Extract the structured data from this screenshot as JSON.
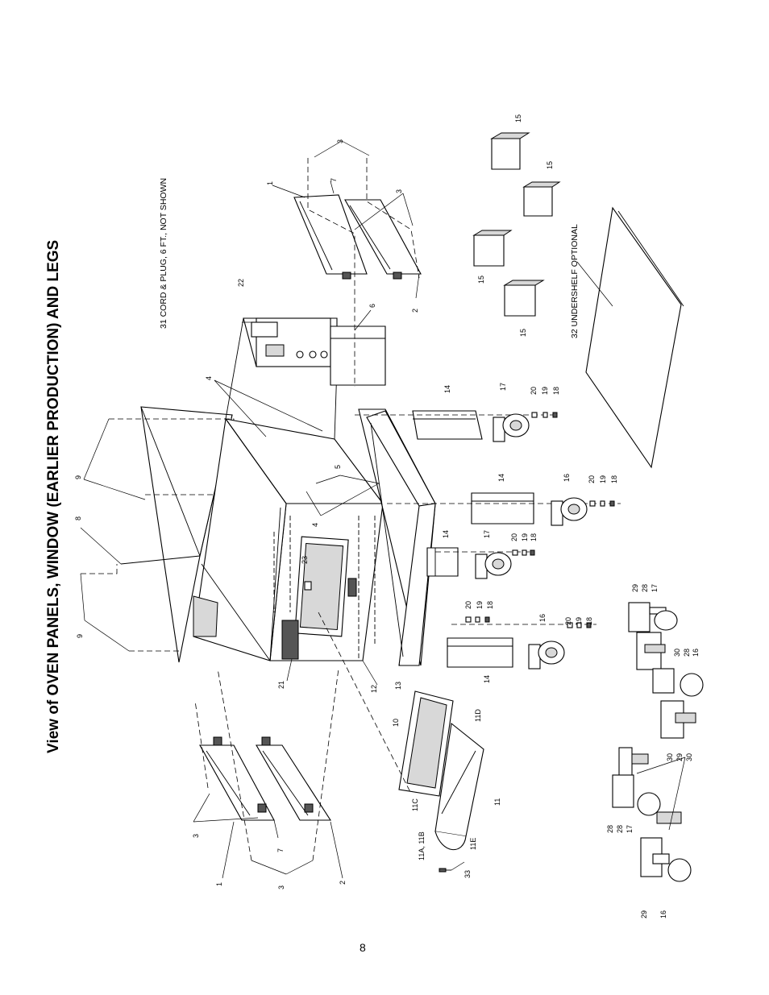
{
  "page": {
    "title": "View of OVEN PANELS, WINDOW (EARLIER PRODUCTION) AND LEGS",
    "note_cord": "31 CORD & PLUG, 6 FT., NOT SHOWN",
    "note_undershelf": "32 UNDERSHELF OPTIONAL",
    "page_number": "8"
  },
  "callouts": {
    "c1a": "1",
    "c1b": "1",
    "c2a": "2",
    "c2b": "2",
    "c3a": "3",
    "c3b": "3",
    "c3c": "3",
    "c3d": "3",
    "c4a": "4",
    "c4b": "4",
    "c5": "5",
    "c6": "6",
    "c7a": "7",
    "c7b": "7",
    "c8": "8",
    "c9a": "9",
    "c9b": "9",
    "c10": "10",
    "c11": "11",
    "c11a": "11A, 11B",
    "c11c": "11C",
    "c11d": "11D",
    "c11e": "11E",
    "c12": "12",
    "c13": "13",
    "c14a": "14",
    "c14b": "14",
    "c14c": "14",
    "c14d": "14",
    "c15a": "15",
    "c15b": "15",
    "c15c": "15",
    "c15d": "15",
    "c16a": "16",
    "c16b": "16",
    "c16c": "16",
    "c16d": "16",
    "c17a": "17",
    "c17b": "17",
    "c17c": "17",
    "c17d": "17",
    "c18a": "18",
    "c18b": "18",
    "c18c": "18",
    "c18d": "18",
    "c18e": "18",
    "c19a": "19",
    "c19b": "19",
    "c19c": "19",
    "c19d": "19",
    "c19e": "19",
    "c20a": "20",
    "c20b": "20",
    "c20c": "20",
    "c20d": "20",
    "c20e": "20",
    "c21": "21",
    "c22": "22",
    "c23": "23",
    "c28a": "28",
    "c28b": "28",
    "c28c": "28",
    "c28d": "28",
    "c29a": "29",
    "c29b": "29",
    "c29c": "29",
    "c30a": "30",
    "c30b": "30",
    "c30c": "30",
    "c33": "33"
  }
}
